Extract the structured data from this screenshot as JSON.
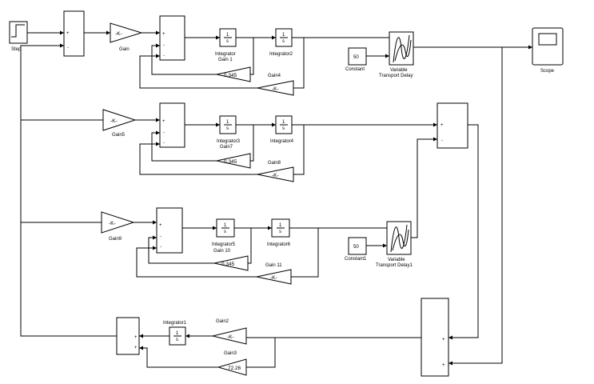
{
  "blocks": {
    "step": "Step",
    "gain": "Gain",
    "gain1": "Gain 1",
    "gain2": "Gain2",
    "gain3": "Gain3",
    "gain4": "Gain4",
    "gain5": "Gain5",
    "gain7": "Gain7",
    "gain8": "Gain8",
    "gain9": "Gain9",
    "gain10": "Gain 10",
    "gain11": "Gain 11",
    "integrator": "Integrator",
    "integrator1": "Integrator1",
    "integrator2": "Integrator2",
    "integrator3": "Integrator3",
    "integrator4": "Integrator4",
    "integrator5": "Integrator5",
    "integrator6": "Integrator6",
    "constant": "Constant",
    "constant1": "Constant1",
    "vtd_line1": "Variable",
    "vtd_line2": "Transport Delay",
    "vtd1_line1": "Variable",
    "vtd1_line2": "Transport Delay1",
    "scope": "Scope"
  },
  "values": {
    "gain_k": "-K-",
    "c1": "0.345",
    "c2": "0.345",
    "c3": "0.345",
    "c4": "72.26",
    "const1": "50",
    "const2": "50",
    "int_num": "1",
    "int_den": "s"
  },
  "signs": {
    "plus": "+",
    "minus": "-"
  }
}
